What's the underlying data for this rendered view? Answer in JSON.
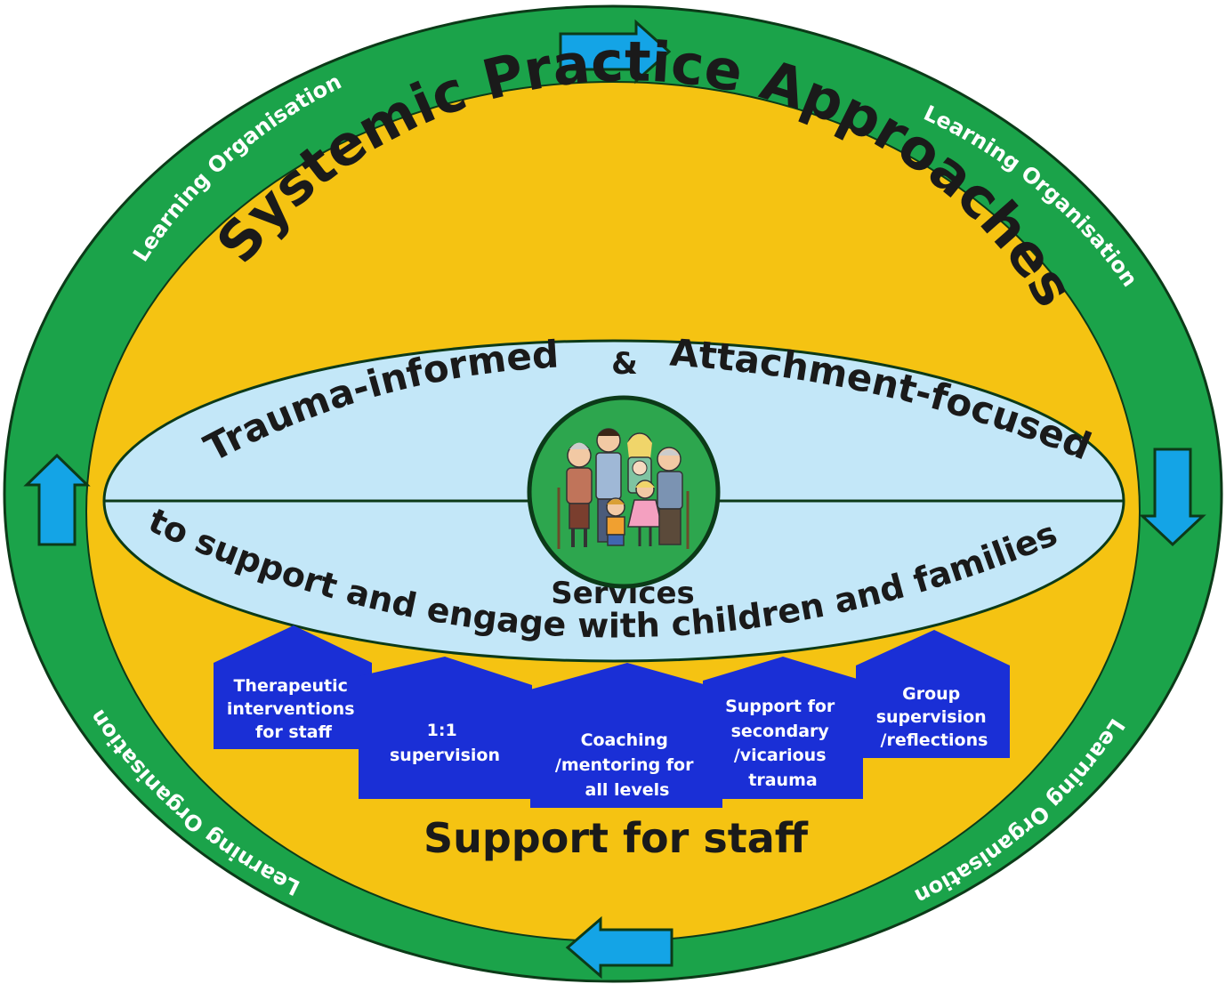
{
  "title": "Systemic Practice Approaches",
  "outer_ring": {
    "labels": [
      "Learning Organisation",
      "Learning Organisation",
      "Learning Organisation",
      "Learning Organisation"
    ]
  },
  "ellipse": {
    "top_label_left": "Trauma-informed",
    "ampersand": "&",
    "top_label_right": "Attachment-focused",
    "center_label": "Services",
    "bottom_label": "to support and engage with children and families",
    "center_icon": "family-group-icon"
  },
  "support_boxes": [
    {
      "lines": [
        "Therapeutic",
        "interventions",
        "for staff"
      ]
    },
    {
      "lines": [
        "1:1",
        "supervision"
      ]
    },
    {
      "lines": [
        "Coaching",
        "/mentoring for",
        "all levels"
      ]
    },
    {
      "lines": [
        "Support for",
        "secondary",
        "/vicarious",
        "trauma"
      ]
    },
    {
      "lines": [
        "Group",
        "supervision",
        "/reflections"
      ]
    }
  ],
  "bottom_title": "Support for staff",
  "arrows": [
    "arrow-right-icon",
    "arrow-down-icon",
    "arrow-left-icon",
    "arrow-up-icon"
  ],
  "colors": {
    "ring": "#1ba34a",
    "ring_stroke": "#0c3a18",
    "field": "#f5c312",
    "lens": "#c3e7f8",
    "box": "#1a2fd6",
    "arrow": "#14a4e6"
  }
}
